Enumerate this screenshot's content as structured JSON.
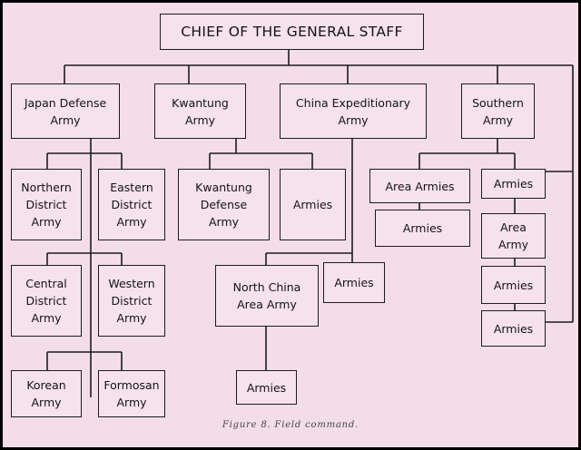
{
  "nodes": {
    "chief": "CHIEF OF THE GENERAL STAFF",
    "japan_defense": "Japan Defense\nArmy",
    "kwantung": "Kwantung\nArmy",
    "china_exp": "China Expeditionary\nArmy",
    "southern": "Southern\nArmy",
    "northern_district": "Northern\nDistrict\nArmy",
    "eastern_district": "Eastern\nDistrict\nArmy",
    "central_district": "Central\nDistrict\nArmy",
    "western_district": "Western\nDistrict\nArmy",
    "korean": "Korean\nArmy",
    "formosan": "Formosan\nArmy",
    "kwantung_defense": "Kwantung\nDefense\nArmy",
    "kwantung_armies": "Armies",
    "north_china": "North China\nArea Army",
    "china_armies": "Armies",
    "north_china_armies": "Armies",
    "area_armies": "Area Armies",
    "area_armies_armies": "Armies",
    "southern_armies_1": "Armies",
    "southern_area_army": "Area\nArmy",
    "southern_armies_2": "Armies",
    "southern_armies_3": "Armies"
  },
  "caption": "Figure 8. Field command."
}
